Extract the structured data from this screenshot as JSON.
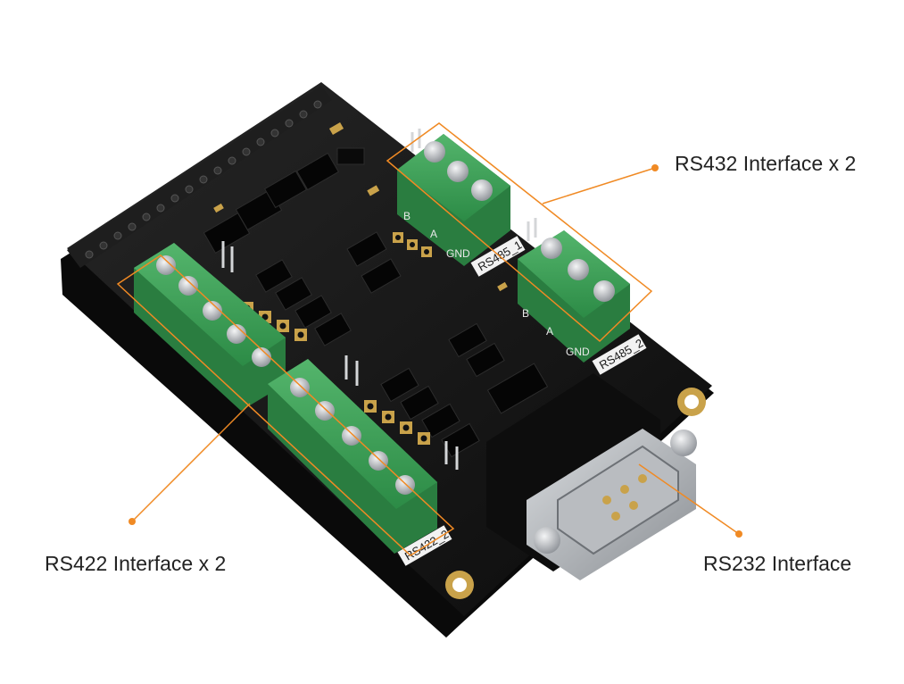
{
  "callouts": {
    "rs432": "RS432 Interface x 2",
    "rs422": "RS422 Interface x 2",
    "rs232": "RS232 Interface"
  },
  "silkscreen": {
    "rs485_1": "RS485_1",
    "rs485_2": "RS485_2",
    "rs422_2": "RS422_2",
    "pin_b": "B",
    "pin_a": "A",
    "pin_gnd": "GND"
  },
  "colors": {
    "accent": "#f08a24",
    "pcb": "#141414",
    "terminal_block": "#3da25a",
    "screw": "#c9ccd0",
    "gold": "#c9a24a"
  }
}
